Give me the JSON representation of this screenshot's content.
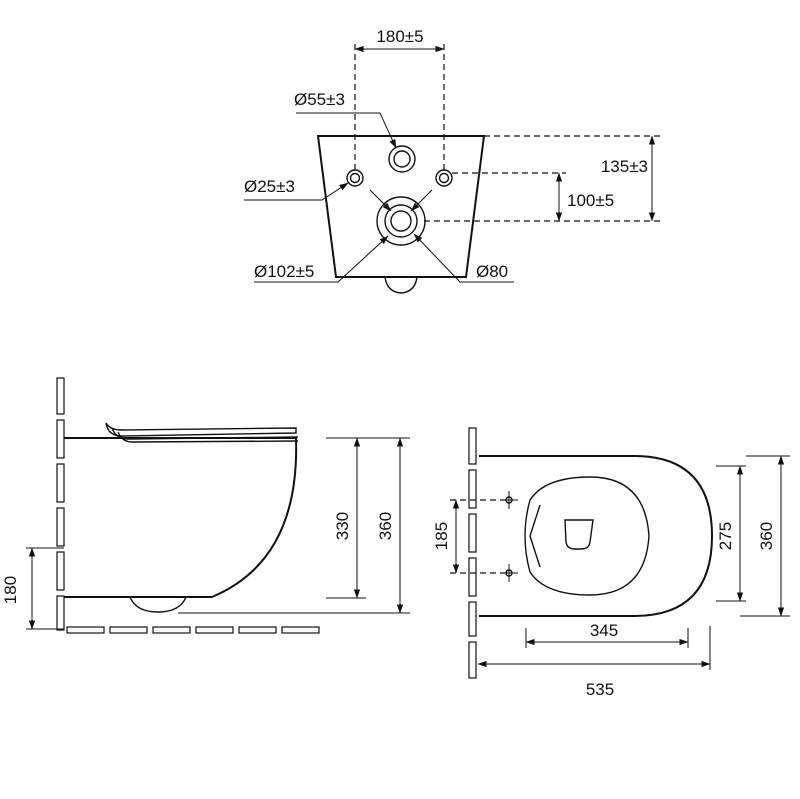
{
  "colors": {
    "line": "#111111",
    "background": "#ffffff"
  },
  "top_view": {
    "bolt_spacing": "180±5",
    "inlet_diameter": "Ø55±3",
    "bolt_hole_diameter": "Ø25±3",
    "outlet_outer_diameter": "Ø102±5",
    "outlet_inner_diameter": "Ø80",
    "bolt_height": "135±3",
    "outlet_height": "100±5"
  },
  "side_view": {
    "bowl_height": "330",
    "total_height": "360",
    "outlet_height": "180"
  },
  "plan_view": {
    "bolt_spacing": "185",
    "seat_width": "275",
    "total_width": "360",
    "bowl_length": "345",
    "total_length": "535"
  }
}
